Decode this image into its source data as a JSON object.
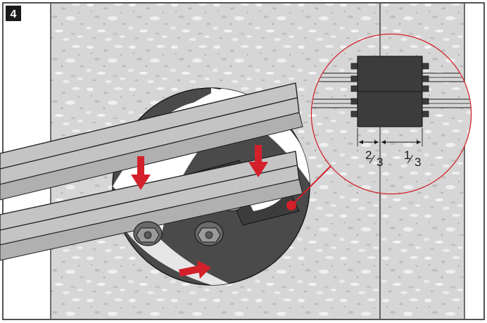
{
  "step": {
    "number": "4"
  },
  "dimensions": {
    "left_label": {
      "num": "2",
      "slash": "⁄",
      "den": "3"
    },
    "right_label": {
      "num": "1",
      "slash": "⁄",
      "den": "3"
    }
  },
  "colors": {
    "frame": "#1a1a1a",
    "concrete": "#d6d6d6",
    "wall_face": "#ffffff",
    "dark_metal": "#3c3c3c",
    "rail_fill": "#c4c4c4",
    "accent_red": "#d3202a",
    "step_badge": "#1a1a1a"
  },
  "icons": [
    "arrow-down-icon",
    "arrow-right-icon",
    "callout-dot-icon"
  ]
}
